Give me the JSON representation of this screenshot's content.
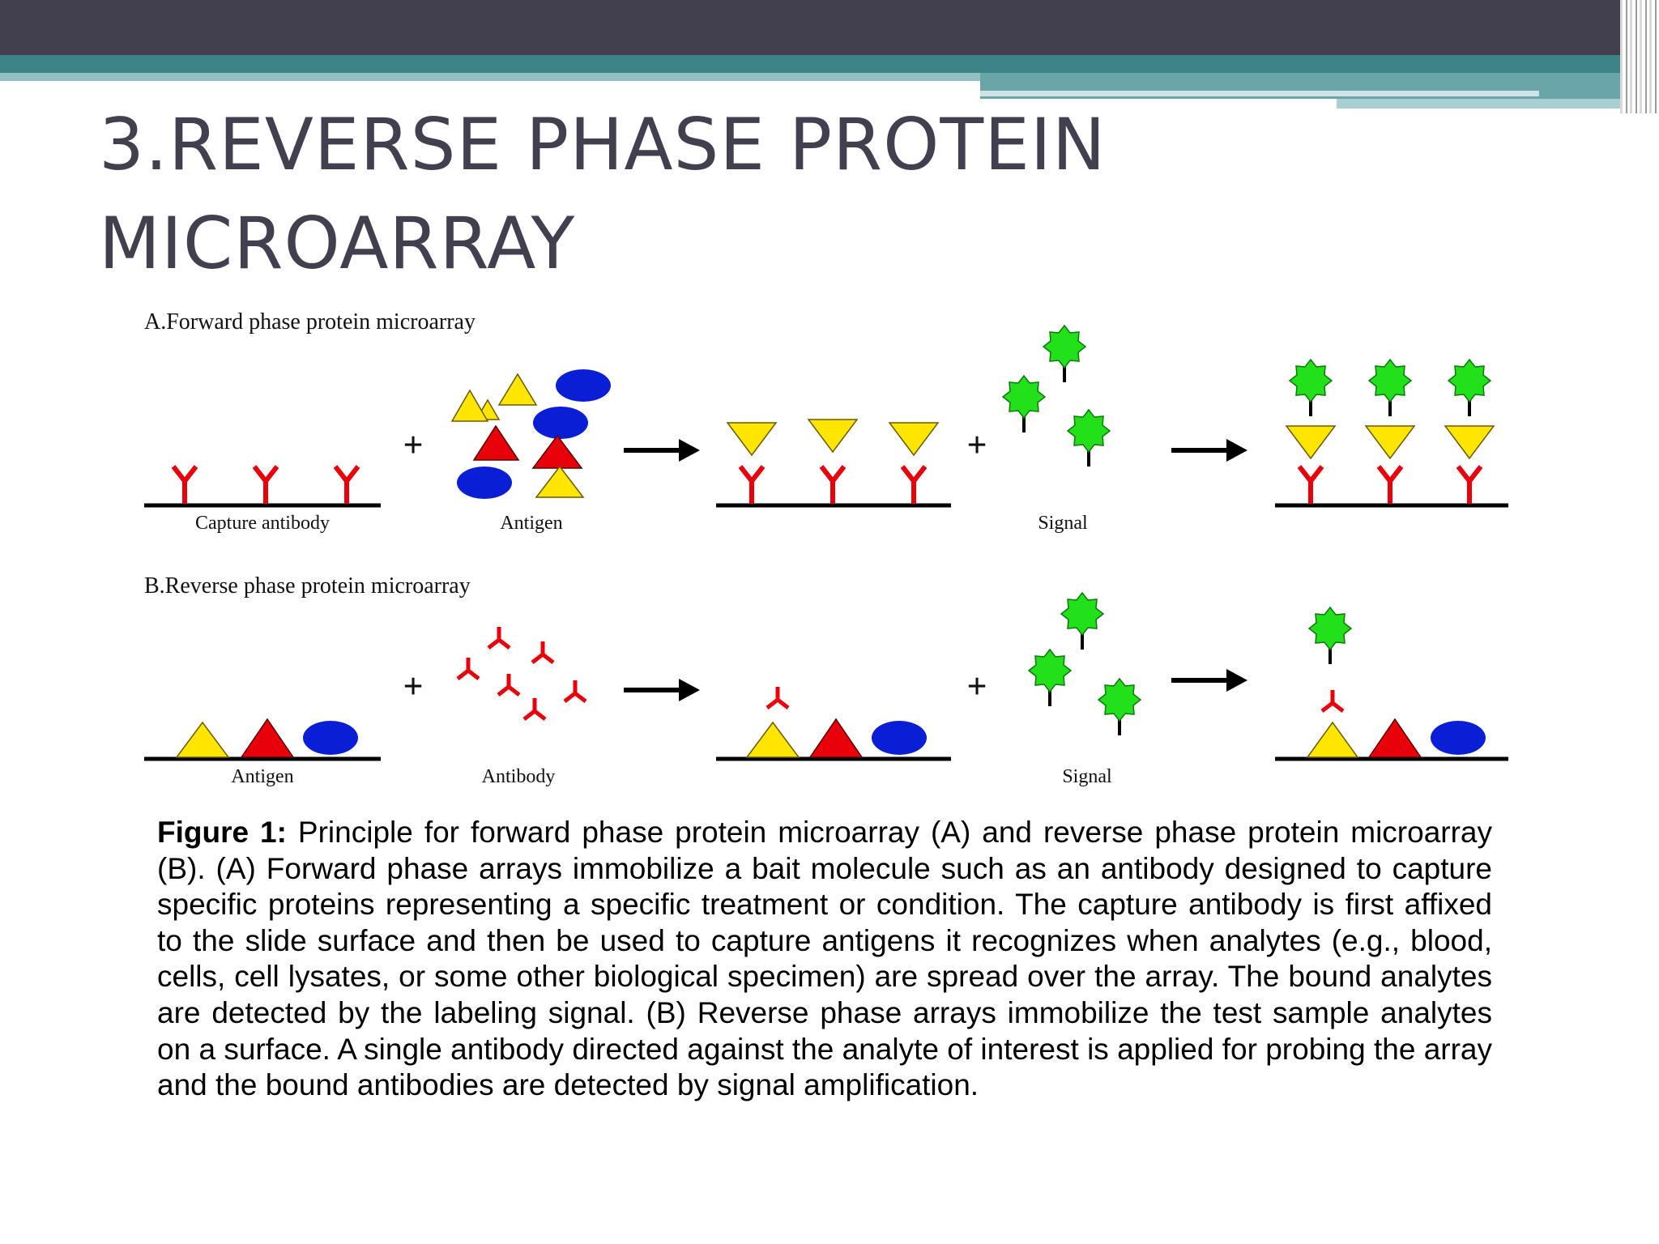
{
  "slide": {
    "title": "3.REVERSE PHASE PROTEIN MICROARRAY"
  },
  "figure": {
    "panel_a": {
      "heading": "A.Forward phase protein microarray",
      "labels": {
        "capture_antibody": "Capture antibody",
        "antigen": "Antigen",
        "signal": "Signal"
      },
      "plus": "+"
    },
    "panel_b": {
      "heading": "B.Reverse phase protein microarray",
      "labels": {
        "antigen": "Antigen",
        "antibody": "Antibody",
        "signal": "Signal"
      },
      "plus": "+"
    },
    "colors": {
      "antibody_red": "#e8000b",
      "antigen_yellow": "#ffe600",
      "antigen_blue": "#0a1ed6",
      "signal_green": "#22e01a"
    }
  },
  "caption": {
    "lead": "Figure 1:",
    "body": " Principle for forward phase protein microarray (A) and reverse phase protein microarray (B). (A) Forward phase arrays immobilize a bait molecule such as an antibody designed to capture specific proteins representing a specific treatment or condition. The capture antibody is first affixed to the slide surface and then be used to capture antigens it recognizes when analytes (e.g., blood, cells, cell lysates, or some other biological specimen) are spread over the array. The bound analytes are detected by the labeling signal. (B) Reverse phase arrays immobilize the test sample analytes on a surface. A single antibody directed against the analyte of interest is applied for probing the array and the bound antibodies are detected by signal amplification."
  }
}
